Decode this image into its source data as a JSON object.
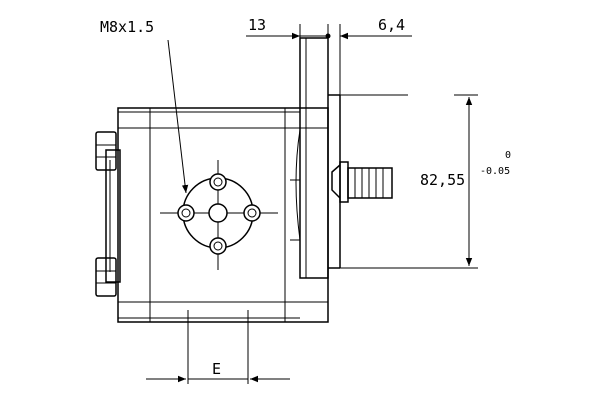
{
  "labels": {
    "thread": "M8x1.5",
    "dim_13": "13",
    "dim_6_4": "6,4",
    "dim_82_55": "82,55",
    "tol_upper": "0",
    "tol_lower": "-0.05",
    "dim_e": "E"
  }
}
